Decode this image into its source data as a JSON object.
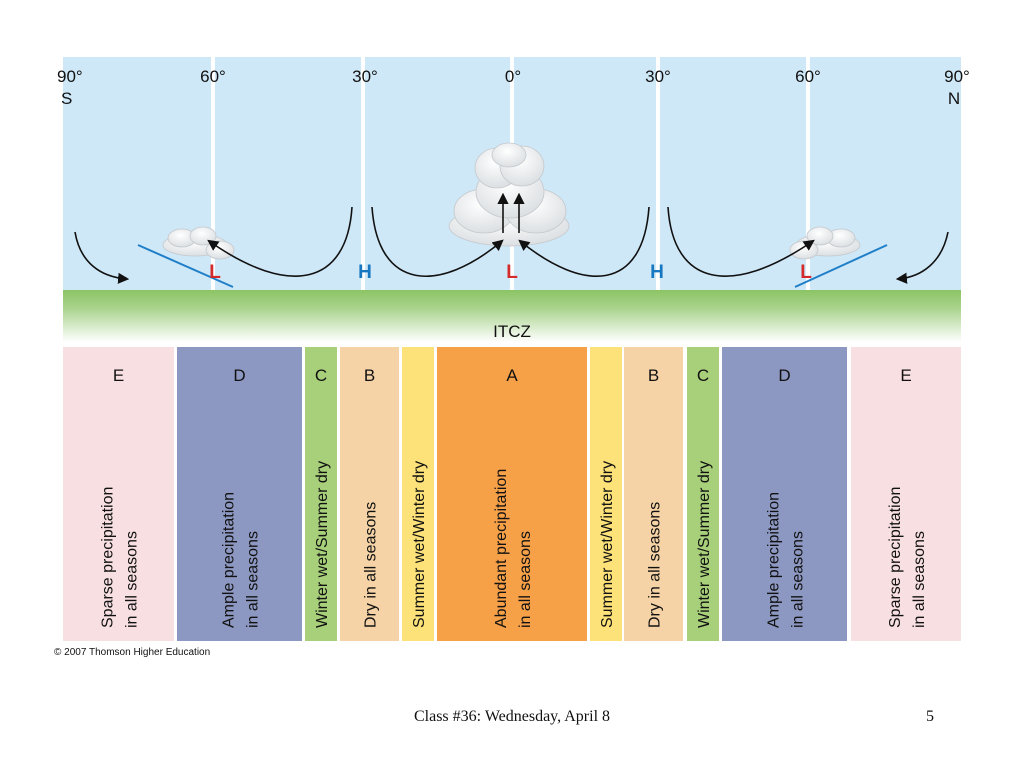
{
  "latitudes": [
    {
      "deg": "90°",
      "hemi": "S"
    },
    {
      "deg": "60°",
      "hemi": ""
    },
    {
      "deg": "30°",
      "hemi": ""
    },
    {
      "deg": "0°",
      "hemi": ""
    },
    {
      "deg": "30°",
      "hemi": ""
    },
    {
      "deg": "60°",
      "hemi": ""
    },
    {
      "deg": "90°",
      "hemi": "N"
    }
  ],
  "pressure": [
    "L",
    "H",
    "L",
    "H",
    "L"
  ],
  "itcz_label": "ITCZ",
  "zones": [
    {
      "letter": "E",
      "lines": [
        "Sparse precipitation",
        "in all seasons"
      ],
      "color": "#f7dfe2"
    },
    {
      "letter": "D",
      "lines": [
        "Ample precipitation",
        "in all seasons"
      ],
      "color": "#8d98c2"
    },
    {
      "letter": "C",
      "lines": [
        "Winter wet/Summer dry"
      ],
      "color": "#a8d07a"
    },
    {
      "letter": "B",
      "lines": [
        "Dry in all seasons"
      ],
      "color": "#f5d3a6"
    },
    {
      "letter": "",
      "lines": [
        "Summer wet/Winter dry"
      ],
      "color": "#fde27a"
    },
    {
      "letter": "A",
      "lines": [
        "Abundant precipitation",
        "in all seasons"
      ],
      "color": "#f6a048"
    },
    {
      "letter": "",
      "lines": [
        "Summer wet/Winter dry"
      ],
      "color": "#fde27a"
    },
    {
      "letter": "B",
      "lines": [
        "Dry in all seasons"
      ],
      "color": "#f5d3a6"
    },
    {
      "letter": "C",
      "lines": [
        "Winter wet/Summer dry"
      ],
      "color": "#a8d07a"
    },
    {
      "letter": "D",
      "lines": [
        "Ample precipitation",
        "in all seasons"
      ],
      "color": "#8d98c2"
    },
    {
      "letter": "E",
      "lines": [
        "Sparse precipitation",
        "in all seasons"
      ],
      "color": "#f7dfe2"
    }
  ],
  "colors": {
    "sky": "#cfe8f7",
    "ground": "#8cc465",
    "front": "#1f7fc8",
    "high": "#1878bf",
    "low": "#d42a2a"
  },
  "credit": "© 2007 Thomson Higher Education",
  "footer": {
    "title": "Class #36: Wednesday, April 8",
    "page": "5"
  }
}
